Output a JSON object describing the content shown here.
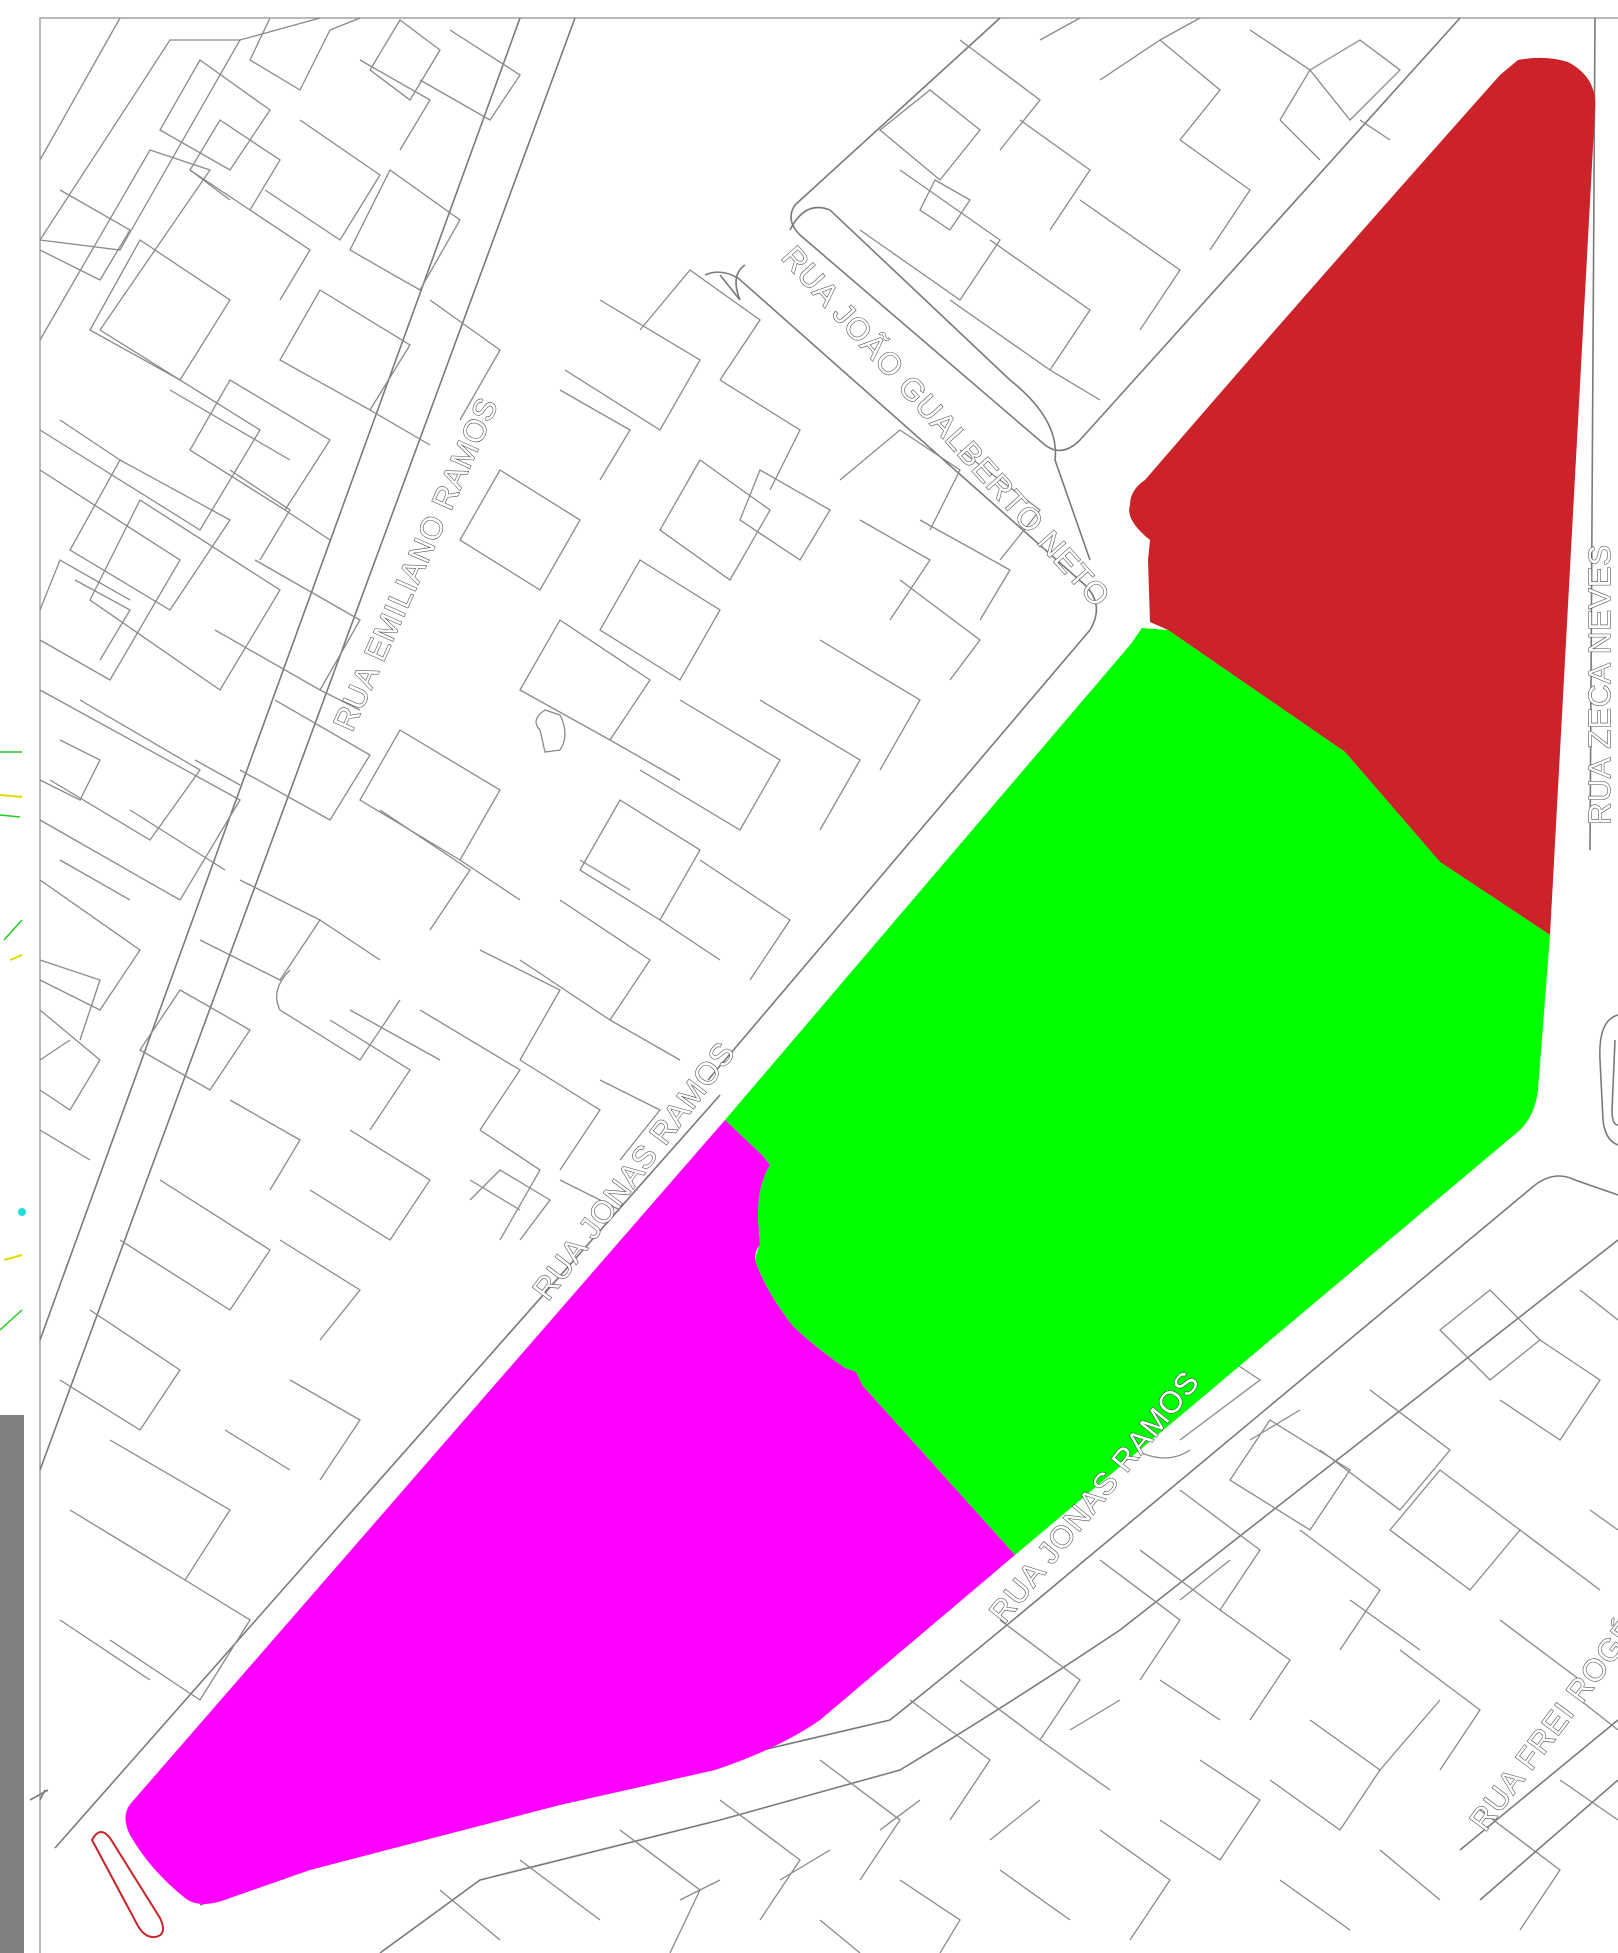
{
  "map": {
    "streets": [
      {
        "id": "rua-emiliano-ramos",
        "label": "RUA EMILIANO RAMOS"
      },
      {
        "id": "rua-joao-gualberto-neto",
        "label": "RUA JOÃO GUALBERTO NETO"
      },
      {
        "id": "rua-zeca-neves",
        "label": "RUA ZECA NEVES"
      },
      {
        "id": "rua-jonas-ramos-north",
        "label": "RUA JONAS RAMOS"
      },
      {
        "id": "rua-jonas-ramos-south",
        "label": "RUA JONAS RAMOS"
      },
      {
        "id": "rua-frei-rogerio",
        "label": "RUA FREI ROGÉ"
      }
    ],
    "zones": {
      "red": {
        "color": "#cc2229"
      },
      "green": {
        "color": "#00ff00"
      },
      "magenta": {
        "color": "#ff00ff"
      }
    },
    "sidebar_color": "#808080"
  }
}
